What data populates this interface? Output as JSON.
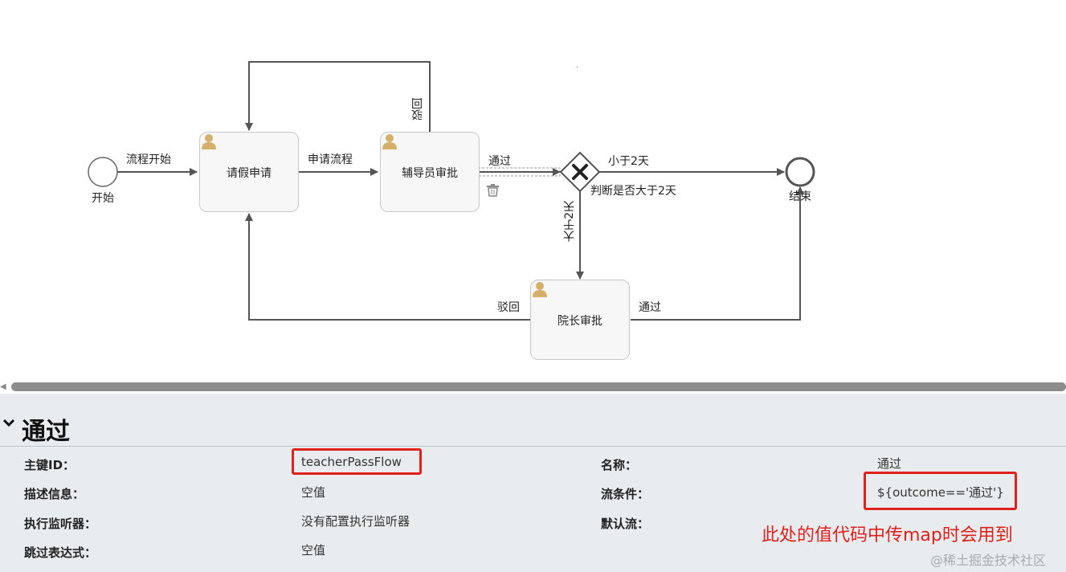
{
  "diagram": {
    "start_label": "开始",
    "end_label": "结束",
    "tasks": {
      "apply": "请假申请",
      "counselor": "辅导员审批",
      "dean": "院长审批"
    },
    "gateway_label": "判断是否大于2天",
    "flows": {
      "start_flow": "流程开始",
      "apply_flow": "申请流程",
      "counselor_pass": "通过",
      "counselor_reject": "驳回",
      "less_than_2": "小于2天",
      "more_than_2": "大于2天",
      "dean_reject": "驳回",
      "dean_pass": "通过"
    }
  },
  "properties": {
    "title": "通过",
    "rows": [
      {
        "key": "主键ID：",
        "value": "teacherPassFlow"
      },
      {
        "key": "描述信息：",
        "value": "空值"
      },
      {
        "key": "执行监听器：",
        "value": "没有配置执行监听器"
      },
      {
        "key": "跳过表达式：",
        "value": "空值"
      }
    ],
    "right_rows": [
      {
        "key": "名称：",
        "value": "通过"
      },
      {
        "key": "流条件：",
        "value": "${outcome=='通过'}"
      },
      {
        "key": "默认流：",
        "value": ""
      }
    ]
  },
  "annotation": "此处的值代码中传map时会用到",
  "watermark": "@稀土掘金技术社区",
  "colors": {
    "highlight": "#e0201b",
    "panel_bg": "#e9ecef",
    "task_fill": "#f7f7f7",
    "user_icon": "#d4b06a",
    "flow_line": "#555555"
  }
}
